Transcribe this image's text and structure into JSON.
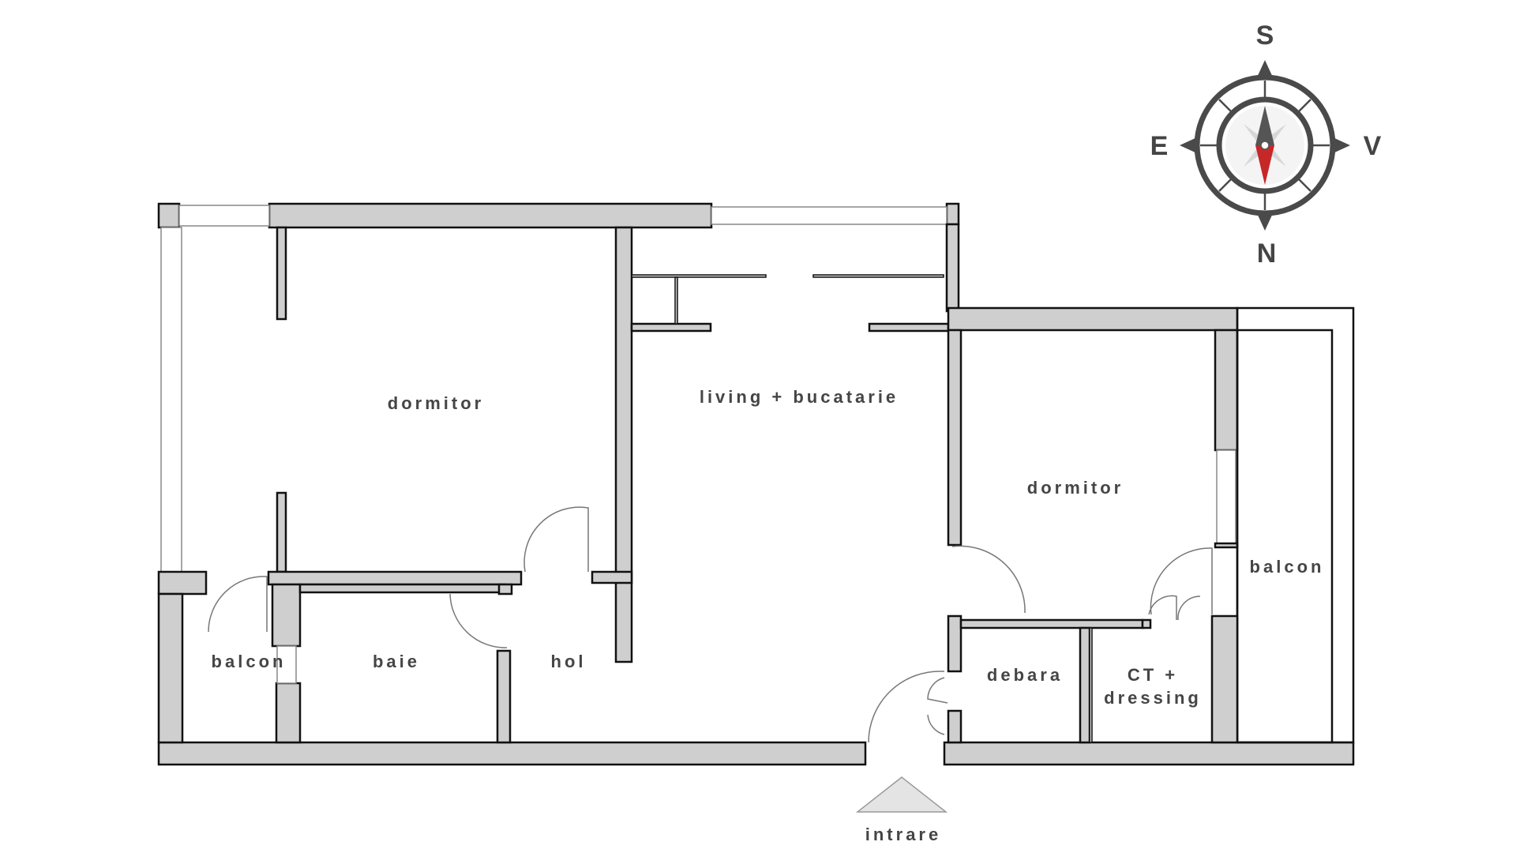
{
  "rooms": {
    "dormitor_left": "dormitor",
    "living": "living + bucatarie",
    "dormitor_right": "dormitor",
    "balcon_right": "balcon",
    "balcon_left": "balcon",
    "baie": "baie",
    "hol": "hol",
    "debara": "debara",
    "ct_dressing_line1": "CT +",
    "ct_dressing_line2": "dressing",
    "entrance": "intrare"
  },
  "compass": {
    "south": "S",
    "north": "N",
    "east": "E",
    "west": "V"
  },
  "colors": {
    "wall_fill": "#cfcfcf",
    "wall_stroke": "#111111",
    "compass_ring": "#4a4a4a",
    "needle_red": "#c62828"
  }
}
